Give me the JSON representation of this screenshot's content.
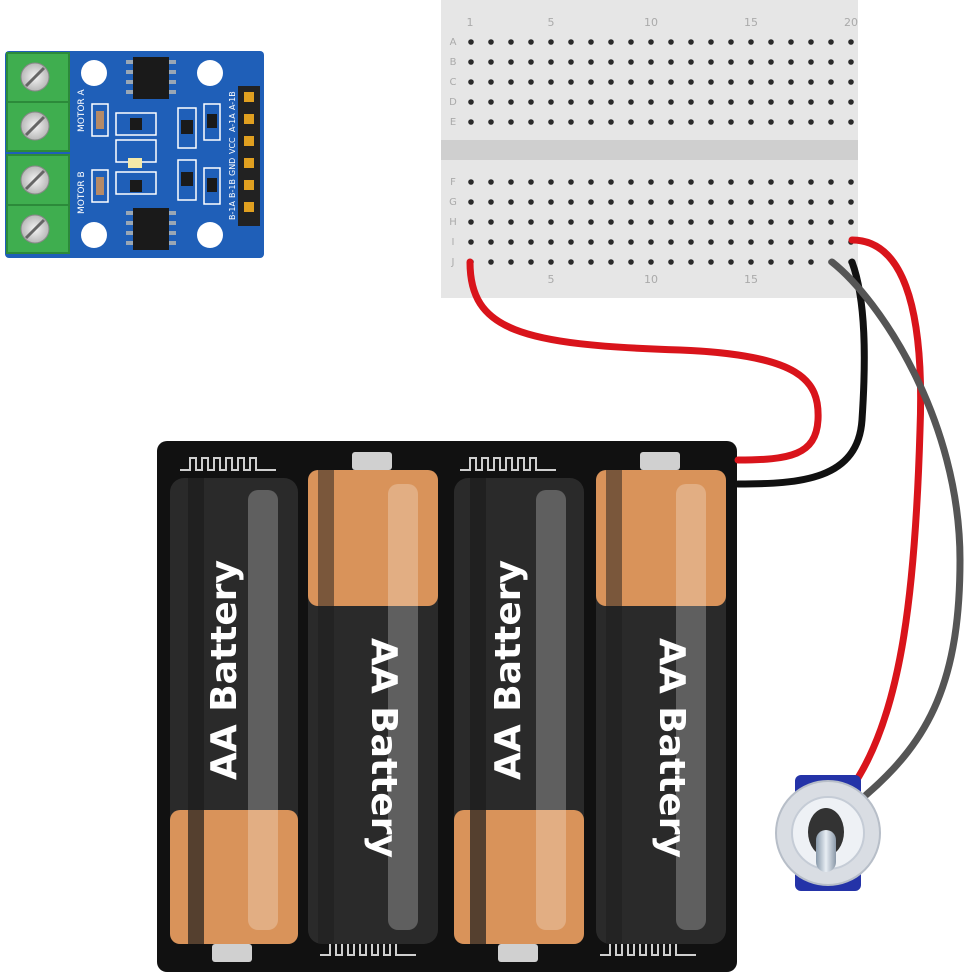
{
  "motor_driver": {
    "pin_labels": [
      "B-1A",
      "B-1B",
      "GND",
      "VCC",
      "A-1A",
      "A-1B"
    ],
    "motor_a_label": "MOTOR A",
    "motor_b_label": "MOTOR B",
    "board_color": "#1f5fb8",
    "terminal_color": "#3fae4f"
  },
  "breadboard": {
    "column_numbers_top": [
      "1",
      "5",
      "10",
      "15",
      "20"
    ],
    "column_numbers_bottom": [
      "5",
      "10",
      "15"
    ],
    "rows_top": [
      "A",
      "B",
      "C",
      "D",
      "E"
    ],
    "rows_bottom": [
      "F",
      "G",
      "H",
      "I",
      "J"
    ]
  },
  "battery_holder": {
    "cells": [
      {
        "label": "AA Battery",
        "orientation": "up"
      },
      {
        "label": "AA Battery",
        "orientation": "down"
      },
      {
        "label": "AA Battery",
        "orientation": "up"
      },
      {
        "label": "AA Battery",
        "orientation": "down"
      }
    ]
  },
  "wires": {
    "red": "#d9141b",
    "black": "#111111",
    "gray": "#555555"
  },
  "switch": {
    "type": "toggle-switch"
  }
}
